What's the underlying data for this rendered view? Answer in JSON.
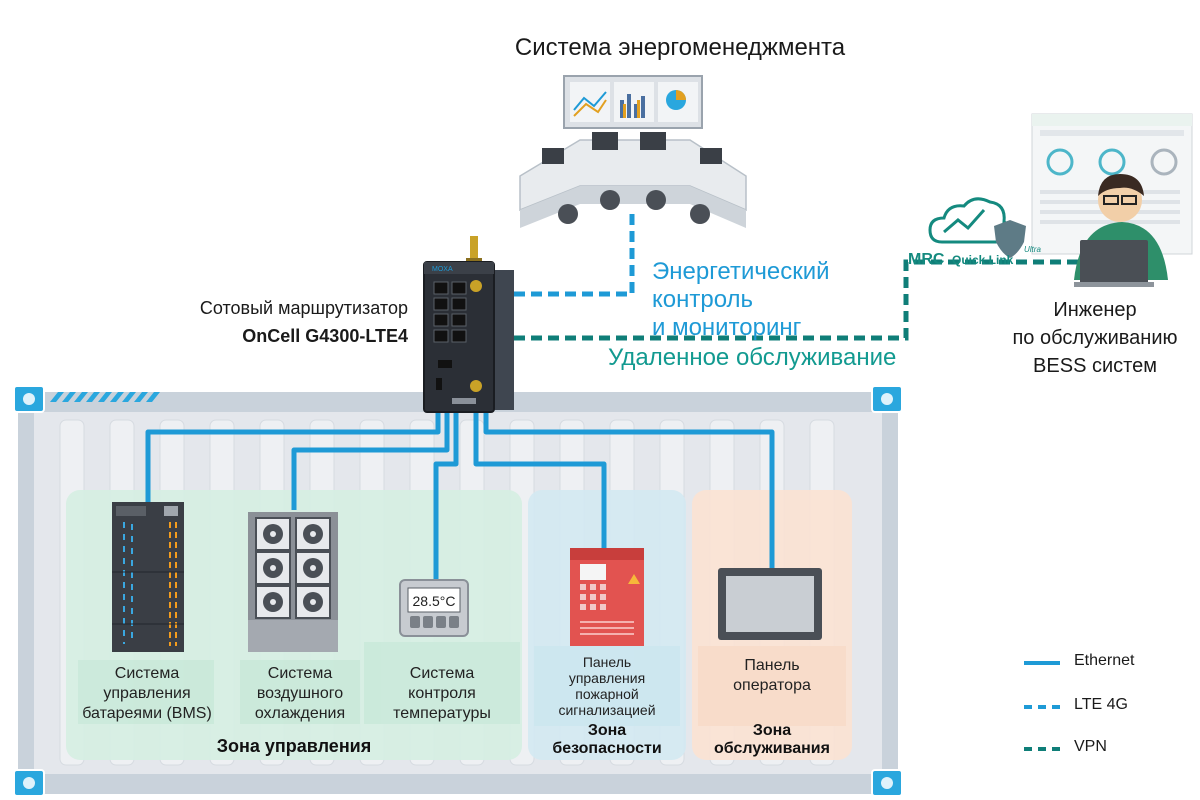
{
  "title": "Система энергоменеджмента",
  "router": {
    "label_line1": "Сотовый маршрутизатор",
    "label_line2": "OnCell G4300-LTE4",
    "brand": "MOXA"
  },
  "links": {
    "energy_line1": "Энергетический",
    "energy_line2": "контроль",
    "energy_line3": "и мониторинг",
    "remote": "Удаленное обслуживание"
  },
  "vpn": {
    "brand_main": "MRC",
    "brand_sub": "Quick Link",
    "brand_tag": "Ultra"
  },
  "engineer": {
    "line1": "Инженер",
    "line2": "по обслуживанию",
    "line3": "BESS систем"
  },
  "devices": {
    "bms": [
      "Система",
      "управления",
      "батареями (BMS)"
    ],
    "cooling": [
      "Система",
      "воздушного",
      "охлаждения"
    ],
    "temp": [
      "Система",
      "контроля",
      "температуры"
    ],
    "fire": [
      "Панель",
      "управления",
      "пожарной",
      "сигнализацией"
    ],
    "operator": [
      "Панель",
      "оператора"
    ]
  },
  "temp_display": "28.5°C",
  "zones": {
    "control": "Зона управления",
    "safety_line1": "Зона",
    "safety_line2": "безопасности",
    "service_line1": "Зона",
    "service_line2": "обслуживания"
  },
  "legend": [
    {
      "label": "Ethernet",
      "style": "solid",
      "color": "#1e9ad6"
    },
    {
      "label": "LTE 4G",
      "style": "dashed",
      "color": "#1e9ad6"
    },
    {
      "label": "VPN",
      "style": "dashed",
      "color": "#0f7e78"
    }
  ],
  "colors": {
    "ethernet": "#1e9ad6",
    "lte": "#1e9ad6",
    "vpn": "#0f7e78",
    "zone_control": "#d9efe6",
    "zone_safety": "#d8ebf2",
    "zone_service": "#fbe6d8",
    "container": "#e8eaee"
  }
}
